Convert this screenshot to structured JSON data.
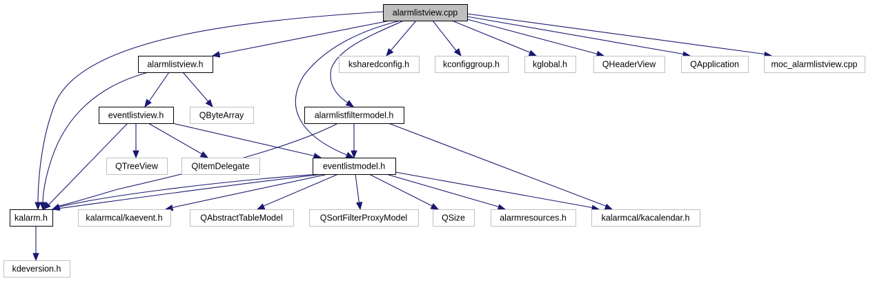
{
  "diagram": {
    "type": "include-dependency-graph",
    "root": "alarmlistview.cpp",
    "colors": {
      "edge": "#191970",
      "root_fill": "#bfbfbf",
      "documented_border": "#000000",
      "external_border": "#bfbfbf",
      "node_fill": "#ffffff"
    },
    "nodes": [
      {
        "id": "alarmlistview_cpp",
        "label": "alarmlistview.cpp",
        "kind": "root"
      },
      {
        "id": "alarmlistview_h",
        "label": "alarmlistview.h",
        "kind": "documented"
      },
      {
        "id": "ksharedconfig_h",
        "label": "ksharedconfig.h",
        "kind": "external"
      },
      {
        "id": "kconfiggroup_h",
        "label": "kconfiggroup.h",
        "kind": "external"
      },
      {
        "id": "kglobal_h",
        "label": "kglobal.h",
        "kind": "external"
      },
      {
        "id": "QHeaderView",
        "label": "QHeaderView",
        "kind": "external"
      },
      {
        "id": "QApplication",
        "label": "QApplication",
        "kind": "external"
      },
      {
        "id": "moc_alarmlistview_cpp",
        "label": "moc_alarmlistview.cpp",
        "kind": "external"
      },
      {
        "id": "eventlistview_h",
        "label": "eventlistview.h",
        "kind": "documented"
      },
      {
        "id": "QByteArray",
        "label": "QByteArray",
        "kind": "external"
      },
      {
        "id": "alarmlistfiltermodel_h",
        "label": "alarmlistfiltermodel.h",
        "kind": "documented"
      },
      {
        "id": "QTreeView",
        "label": "QTreeView",
        "kind": "external"
      },
      {
        "id": "QItemDelegate",
        "label": "QItemDelegate",
        "kind": "external"
      },
      {
        "id": "eventlistmodel_h",
        "label": "eventlistmodel.h",
        "kind": "documented"
      },
      {
        "id": "kalarm_h",
        "label": "kalarm.h",
        "kind": "documented"
      },
      {
        "id": "kaevent_h",
        "label": "kalarmcal/kaevent.h",
        "kind": "external"
      },
      {
        "id": "QAbstractTableModel",
        "label": "QAbstractTableModel",
        "kind": "external"
      },
      {
        "id": "QSortFilterProxyModel",
        "label": "QSortFilterProxyModel",
        "kind": "external"
      },
      {
        "id": "QSize",
        "label": "QSize",
        "kind": "external"
      },
      {
        "id": "alarmresources_h",
        "label": "alarmresources.h",
        "kind": "external"
      },
      {
        "id": "kacalendar_h",
        "label": "kalarmcal/kacalendar.h",
        "kind": "external"
      },
      {
        "id": "kdeversion_h",
        "label": "kdeversion.h",
        "kind": "external"
      }
    ],
    "edges": [
      {
        "from": "alarmlistview_cpp",
        "to": "kalarm_h"
      },
      {
        "from": "alarmlistview_cpp",
        "to": "alarmlistview_h"
      },
      {
        "from": "alarmlistview_cpp",
        "to": "eventlistmodel_h"
      },
      {
        "from": "alarmlistview_cpp",
        "to": "alarmlistfiltermodel_h"
      },
      {
        "from": "alarmlistview_cpp",
        "to": "ksharedconfig_h"
      },
      {
        "from": "alarmlistview_cpp",
        "to": "kconfiggroup_h"
      },
      {
        "from": "alarmlistview_cpp",
        "to": "kglobal_h"
      },
      {
        "from": "alarmlistview_cpp",
        "to": "QHeaderView"
      },
      {
        "from": "alarmlistview_cpp",
        "to": "QApplication"
      },
      {
        "from": "alarmlistview_cpp",
        "to": "moc_alarmlistview_cpp"
      },
      {
        "from": "alarmlistview_h",
        "to": "kalarm_h"
      },
      {
        "from": "alarmlistview_h",
        "to": "eventlistview_h"
      },
      {
        "from": "alarmlistview_h",
        "to": "QByteArray"
      },
      {
        "from": "eventlistview_h",
        "to": "kalarm_h"
      },
      {
        "from": "eventlistview_h",
        "to": "QTreeView"
      },
      {
        "from": "eventlistview_h",
        "to": "QItemDelegate"
      },
      {
        "from": "eventlistview_h",
        "to": "eventlistmodel_h"
      },
      {
        "from": "alarmlistfiltermodel_h",
        "to": "kalarm_h"
      },
      {
        "from": "alarmlistfiltermodel_h",
        "to": "eventlistmodel_h"
      },
      {
        "from": "alarmlistfiltermodel_h",
        "to": "kacalendar_h"
      },
      {
        "from": "eventlistmodel_h",
        "to": "kalarm_h"
      },
      {
        "from": "eventlistmodel_h",
        "to": "kaevent_h"
      },
      {
        "from": "eventlistmodel_h",
        "to": "QAbstractTableModel"
      },
      {
        "from": "eventlistmodel_h",
        "to": "QSortFilterProxyModel"
      },
      {
        "from": "eventlistmodel_h",
        "to": "QSize"
      },
      {
        "from": "eventlistmodel_h",
        "to": "alarmresources_h"
      },
      {
        "from": "eventlistmodel_h",
        "to": "kacalendar_h"
      },
      {
        "from": "kalarm_h",
        "to": "kdeversion_h"
      }
    ]
  }
}
